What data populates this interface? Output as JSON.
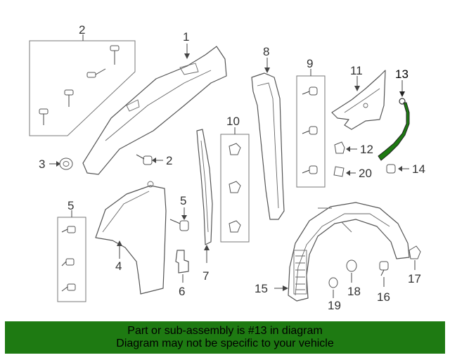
{
  "callouts": {
    "c1": "1",
    "c2a": "2",
    "c2b": "2",
    "c3": "3",
    "c4": "4",
    "c5": "5",
    "c6": "6",
    "c7": "7",
    "c8": "8",
    "c9": "9",
    "c10": "10",
    "c11": "11",
    "c12": "12",
    "c13": "13",
    "c14": "14",
    "c15": "15",
    "c16": "16",
    "c17": "17",
    "c18": "18",
    "c19": "19",
    "c20": "20"
  },
  "highlight": {
    "part": "13",
    "color": "#1e7a12"
  },
  "banner": {
    "line1": "Part or sub-assembly is #13 in diagram",
    "line2": "Diagram may not be specific to your vehicle"
  }
}
